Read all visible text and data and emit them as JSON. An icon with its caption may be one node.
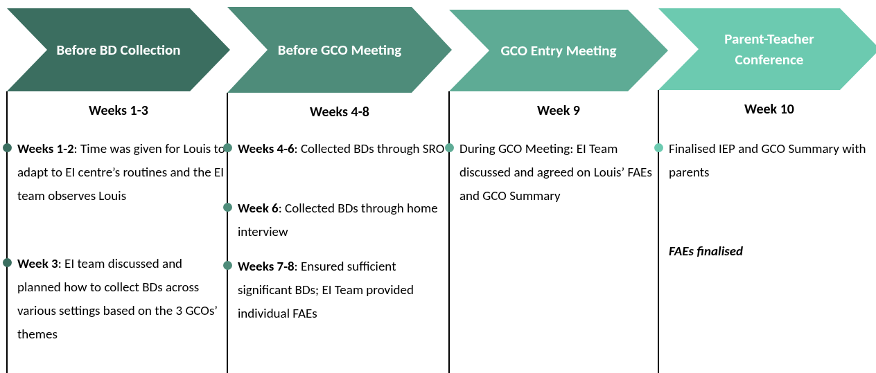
{
  "diagram": {
    "nodes": [
      {
        "text": [
          "Before BD Collection"
        ],
        "beside": [
          "Weeks 1-3"
        ]
      },
      {
        "text": [
          "Before GCO Meeting"
        ],
        "beside": [
          "Weeks 4-8"
        ]
      },
      {
        "text": [
          "GCO Entry Meeting"
        ],
        "beside": [
          "Week 9"
        ]
      },
      {
        "text": [
          "Parent-Teacher Conference"
        ],
        "beside": [
          "Week 10"
        ]
      }
    ],
    "labels": [
      "**Weeks 1-2**: Time was given for Louis to adapt to EI centre’s routines and the EI team observes Louis",
      "**Week 3**: EI team discussed and planned how to collect BDs across various settings based on the 3 GCOs’ themes",
      "**Weeks 4-6**: Collected BDs through SRO",
      "**Week 6**: Collected BDs through home interview",
      "**Weeks 7-8**: Ensured sufficient significant BDs; EI Team provided individual FAEs",
      "During GCO Meeting: EI Team discussed and agreed on Louis’ FAEs and GCO Summary",
      "Finalised IEP and GCO Summary with parents",
      "FAEs finalised"
    ]
  }
}
